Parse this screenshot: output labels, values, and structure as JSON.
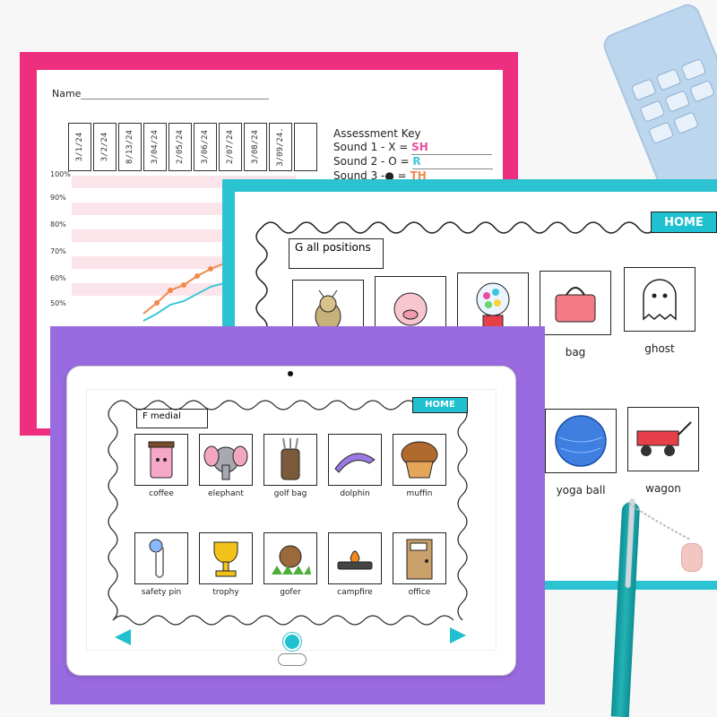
{
  "tracking_sheet": {
    "name_label": "Name",
    "dates": [
      "3/1/24",
      "3/2/24",
      "8/13/24",
      "3/04/24",
      "2/05/24",
      "3/06/24",
      "2/07/24",
      "3/08/24",
      "3/09/24.",
      ""
    ],
    "percent_labels": [
      "100%",
      "90%",
      "80%",
      "70%",
      "60%",
      "50%"
    ],
    "assessment_key": {
      "title": "Assessment Key",
      "rows": [
        {
          "label": "Sound 1 - X =",
          "answer": "SH",
          "color": "#e84f9e"
        },
        {
          "label": "Sound 2 - O =",
          "answer": "R",
          "color": "#3ec6d8"
        },
        {
          "label": "Sound 3 -● =",
          "answer": "TH",
          "color": "#f08a4b"
        }
      ]
    }
  },
  "teal_board": {
    "title": "G all positions",
    "home": "HOME",
    "cards_top": [
      "",
      "",
      "",
      "bag",
      "ghost"
    ],
    "cards_bottom": [
      "yoga ball",
      "wagon"
    ]
  },
  "tablet_board": {
    "title": "F medial",
    "home": "HOME",
    "row1": [
      "coffee",
      "elephant",
      "golf bag",
      "dolphin",
      "muffin"
    ],
    "row2": [
      "safety pin",
      "trophy",
      "gofer",
      "campfire",
      "office"
    ]
  },
  "colors": {
    "pink": "#ee2e7e",
    "teal": "#2bc3d2",
    "purple": "#9a6ae0",
    "home_button": "#1fc0cf"
  }
}
